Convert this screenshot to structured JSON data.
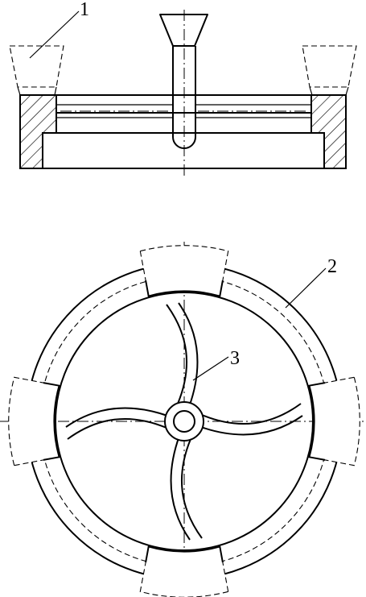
{
  "labels": {
    "part1": "1",
    "part2": "2",
    "part3": "3"
  },
  "colors": {
    "line": "#000000",
    "background": "#ffffff"
  }
}
